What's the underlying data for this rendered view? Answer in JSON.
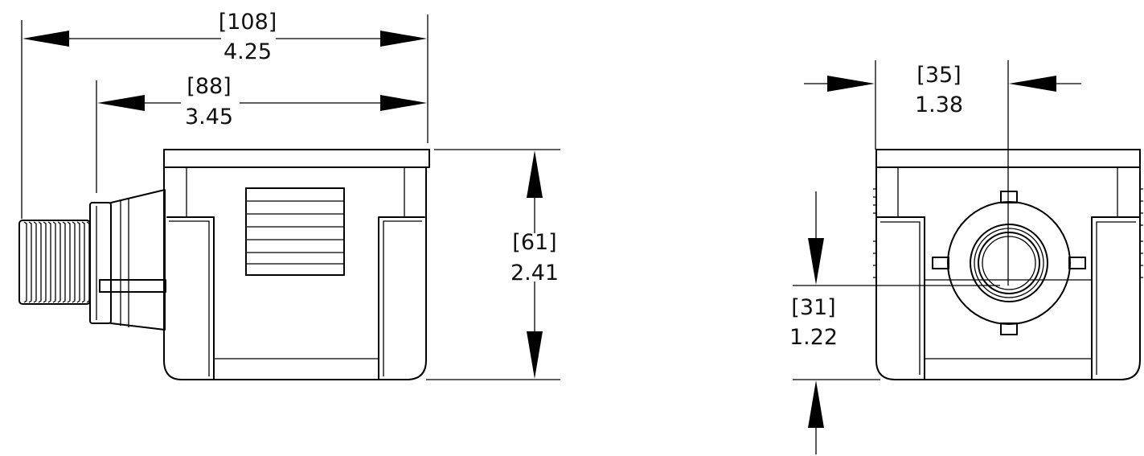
{
  "dimensions": {
    "overall_length": {
      "metric": "[108]",
      "imperial": "4.25"
    },
    "body_length": {
      "metric": "[88]",
      "imperial": "3.45"
    },
    "height": {
      "metric": "[61]",
      "imperial": "2.41"
    },
    "port_offset": {
      "metric": "[35]",
      "imperial": "1.38"
    },
    "port_height": {
      "metric": "[31]",
      "imperial": "1.22"
    }
  }
}
